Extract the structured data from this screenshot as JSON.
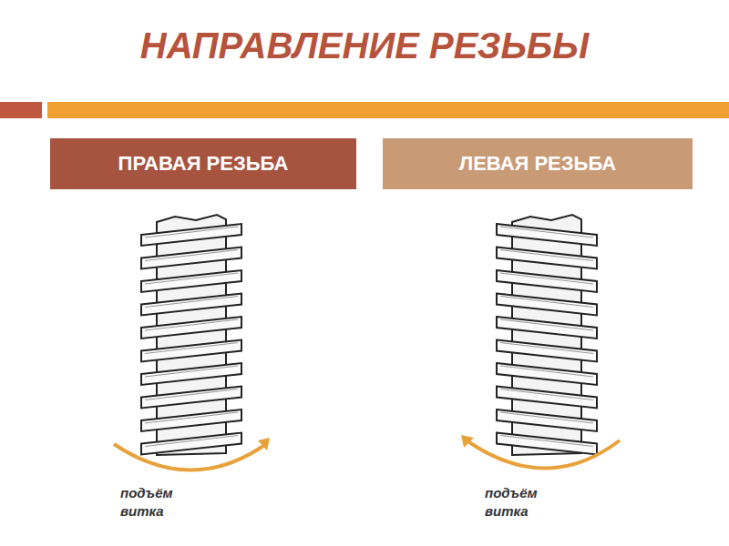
{
  "diagram": {
    "title": "НАПРАВЛЕНИЕ РЕЗЬБЫ",
    "nodes": [
      {
        "text": [
          "ПРАВАЯ РЕЗЬБА"
        ]
      },
      {
        "text": [
          "ЛЕВАЯ РЕЗЬБА"
        ]
      }
    ],
    "labels": [
      "подъём витка",
      "подъём витка"
    ]
  }
}
